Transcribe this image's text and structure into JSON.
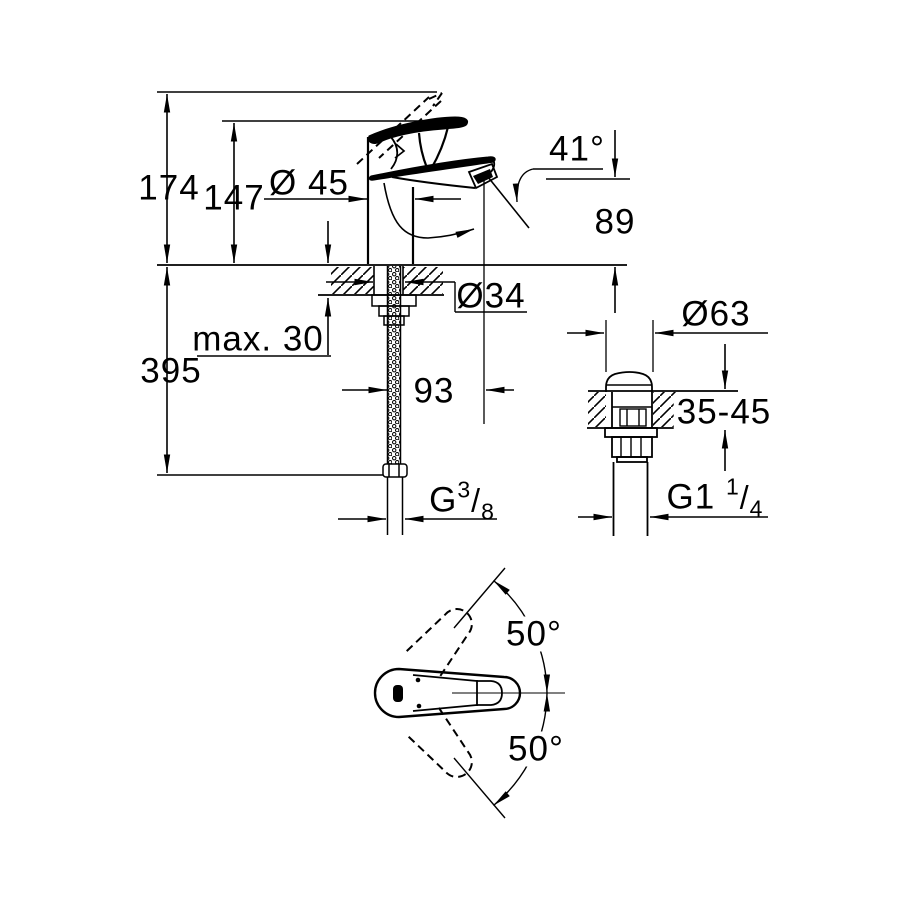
{
  "drawing": {
    "type": "technical-dimension-drawing",
    "views": {
      "side_view": "single-lever basin mixer side elevation",
      "waste_view": "pop-up waste assembly",
      "top_view": "lever handle plan view with swivel range"
    },
    "colors": {
      "line": "#000000",
      "background": "#ffffff"
    },
    "labels": {
      "total_height": "174",
      "height_to_lever": "147",
      "body_diameter": "Ø 45",
      "spout_angle": "41°",
      "spout_outlet_height": "89",
      "mounting_hole_diameter": "Ø34",
      "max_mounting_thickness": "max. 30",
      "overall_depth": "395",
      "spout_projection": "93",
      "waste_flange_diameter": "Ø63",
      "waste_deck_thickness_range": "35-45",
      "lever_swivel_top": "50°",
      "lever_swivel_bottom": "50°",
      "supply_thread": {
        "prefix": "G",
        "numerator": "3",
        "slash": "/",
        "denominator": "8"
      },
      "waste_thread": {
        "prefix": "G1",
        "numerator": "1",
        "slash": "/",
        "denominator": "4"
      }
    }
  }
}
